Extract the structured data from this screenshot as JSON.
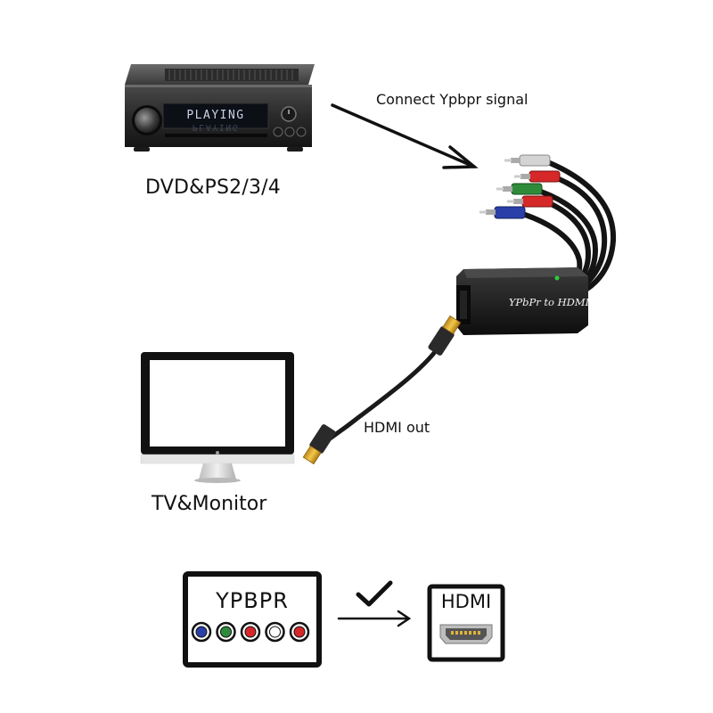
{
  "labels": {
    "source_device": "DVD&PS2/3/4",
    "connect_signal": "Connect Ypbpr signal",
    "hdmi_out": "HDMI out",
    "display_device": "TV&Monitor"
  },
  "dvd_player": {
    "display_text": "PLAYING",
    "display_color": "#c9d3e6"
  },
  "converter": {
    "label": "YPbPr to HDMI",
    "plug_colors": [
      "#d4d4d4",
      "#d62828",
      "#2e8b3a",
      "#d62828",
      "#2a3fa8"
    ]
  },
  "legend": {
    "input_title": "YPBPR",
    "output_title": "HDMI",
    "check_icon": "check-icon",
    "port_colors": [
      "#2a3fa8",
      "#2e8b3a",
      "#d62828",
      "#ffffff",
      "#d62828"
    ]
  }
}
